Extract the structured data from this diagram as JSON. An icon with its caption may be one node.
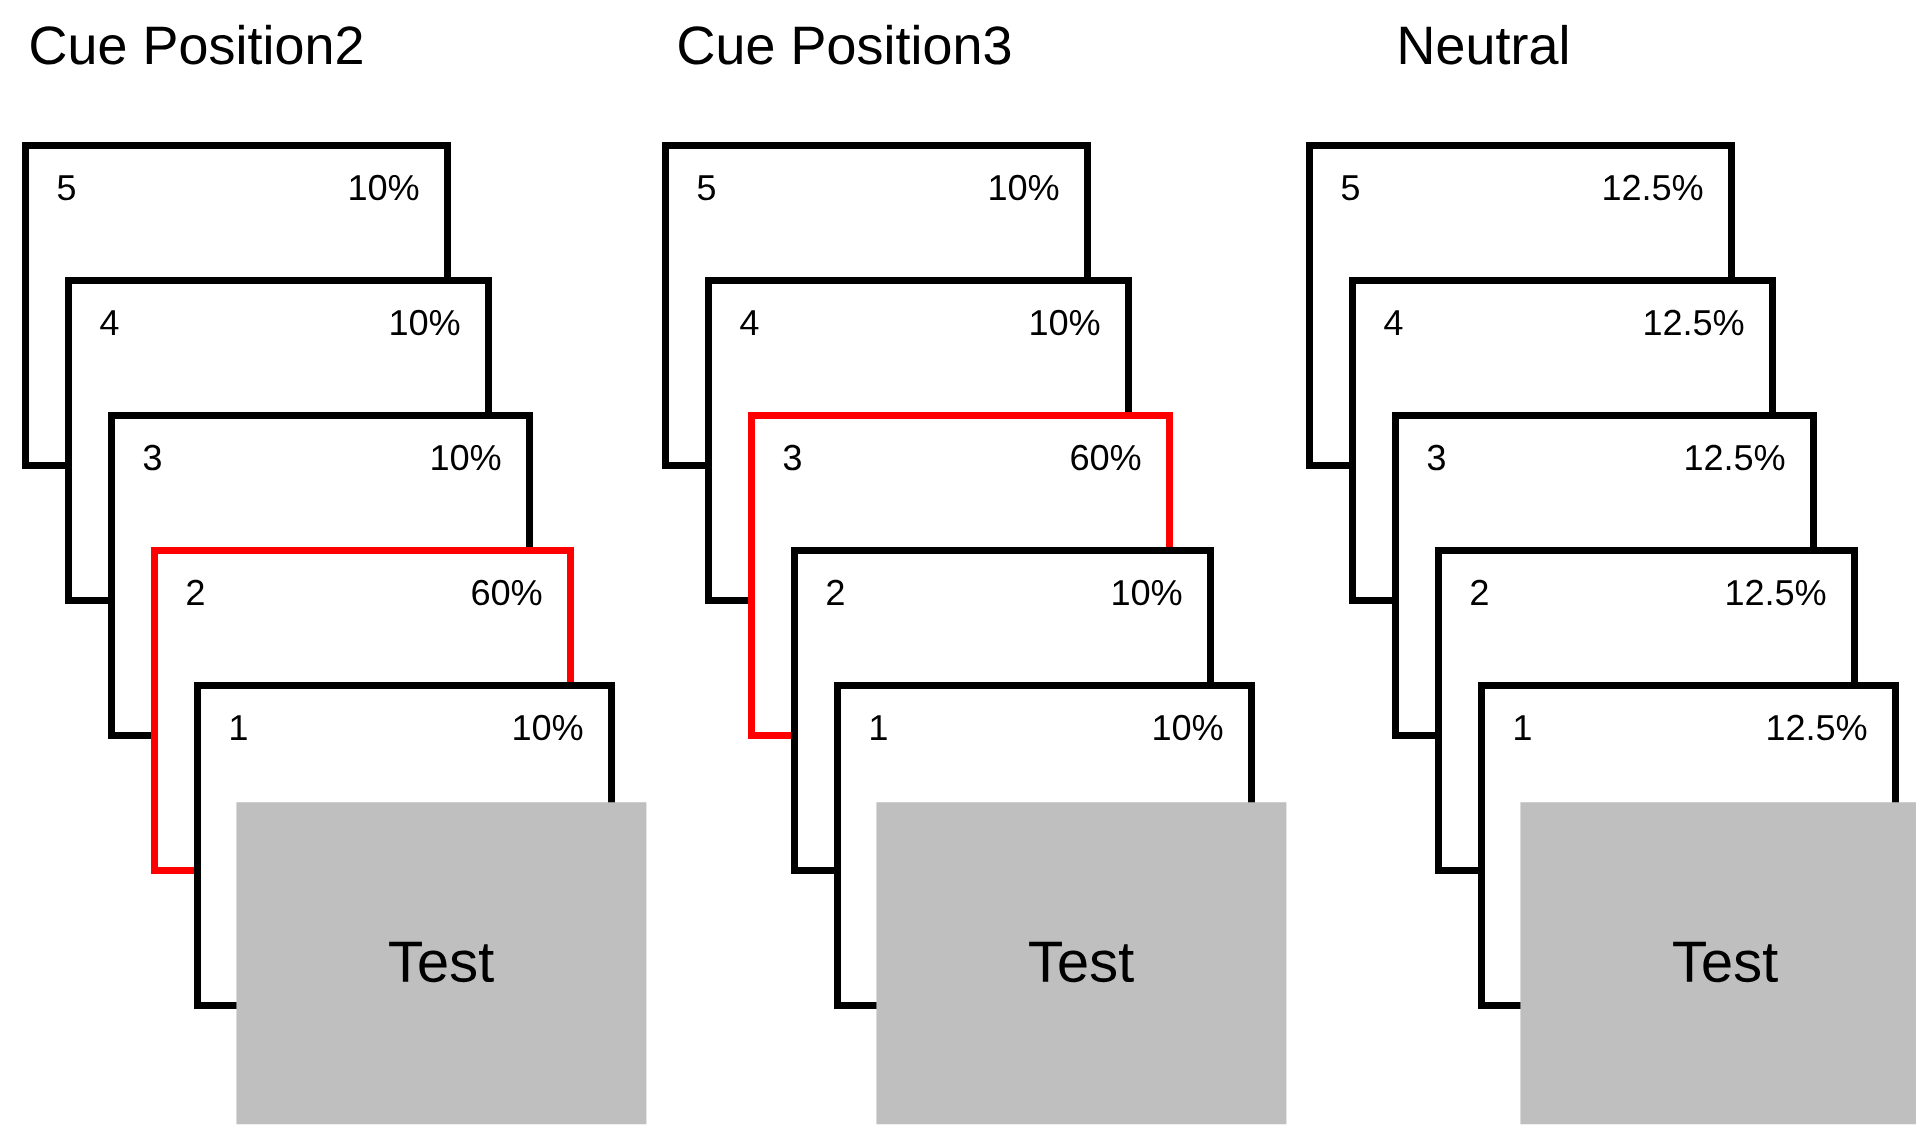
{
  "diagram": {
    "nodes": [
      {
        "text": [
          "5",
          "10%"
        ]
      },
      {
        "text": [
          "4",
          "10%"
        ]
      },
      {
        "text": [
          "3",
          "10%"
        ]
      },
      {
        "text": [
          "2",
          "60%"
        ]
      },
      {
        "text": [
          "1",
          "10%"
        ]
      },
      {
        "text": [
          "Test"
        ]
      },
      {
        "text": [
          "5",
          "10%"
        ]
      },
      {
        "text": [
          "4",
          "10%"
        ]
      },
      {
        "text": [
          "3",
          "60%"
        ]
      },
      {
        "text": [
          "2",
          "10%"
        ]
      },
      {
        "text": [
          "1",
          "10%"
        ]
      },
      {
        "text": [
          "Test"
        ]
      },
      {
        "text": [
          "5",
          "12.5%"
        ]
      },
      {
        "text": [
          "4",
          "12.5%"
        ]
      },
      {
        "text": [
          "3",
          "12.5%"
        ]
      },
      {
        "text": [
          "2",
          "12.5%"
        ]
      },
      {
        "text": [
          "1",
          "12.5%"
        ]
      },
      {
        "text": [
          "Test"
        ]
      }
    ],
    "labels": [
      "Cue Position2",
      "Cue Position3",
      "Neutral"
    ]
  }
}
